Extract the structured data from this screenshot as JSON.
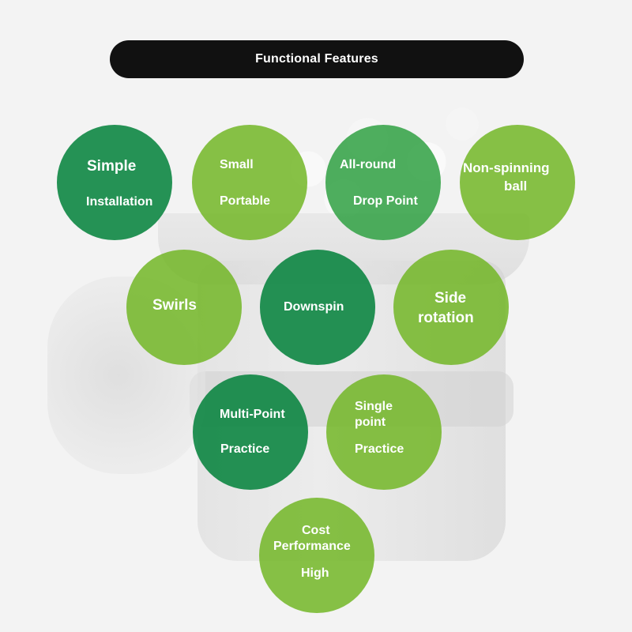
{
  "header": {
    "title": "Functional Features"
  },
  "features": [
    {
      "id": "simple-installation",
      "line1": "Simple",
      "line2": "Installation"
    },
    {
      "id": "small-portable",
      "line1": "Small",
      "line2": "Portable"
    },
    {
      "id": "all-round-drop-point",
      "line1": "All-round",
      "line2": "Drop Point"
    },
    {
      "id": "non-spinning-ball",
      "line1": "Non-spinning",
      "line2": "ball"
    },
    {
      "id": "swirls",
      "line1": "Swirls"
    },
    {
      "id": "downspin",
      "line1": "Downspin"
    },
    {
      "id": "side-rotation",
      "line1": "Side",
      "line2": "rotation"
    },
    {
      "id": "multi-point-practice",
      "line1": "Multi-Point",
      "line2": "Practice"
    },
    {
      "id": "single-point-practice",
      "line1": "Single",
      "line2": "point",
      "line3": "Practice"
    },
    {
      "id": "cost-performance-high",
      "line1": "Cost",
      "line2": "Performance",
      "line3": "High"
    }
  ],
  "colors": {
    "header_bg": "#111111",
    "dark_green": "#008038",
    "mid_green": "#289e3c",
    "lime_green": "#6eb41e",
    "text": "#ffffff"
  }
}
